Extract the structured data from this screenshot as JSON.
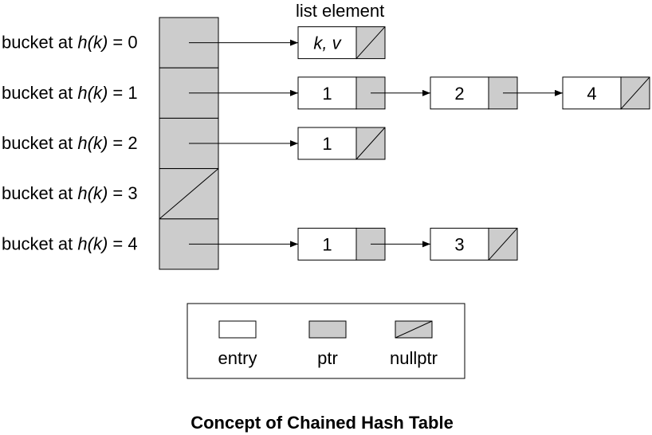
{
  "header_label": "list element",
  "buckets": [
    {
      "prefix": "bucket at ",
      "fn": "h(k)",
      "suffix": " = 0",
      "null": false
    },
    {
      "prefix": "bucket at ",
      "fn": "h(k)",
      "suffix": " = 1",
      "null": false
    },
    {
      "prefix": "bucket at ",
      "fn": "h(k)",
      "suffix": " = 2",
      "null": false
    },
    {
      "prefix": "bucket at ",
      "fn": "h(k)",
      "suffix": " = 3",
      "null": true
    },
    {
      "prefix": "bucket at ",
      "fn": "h(k)",
      "suffix": " = 4",
      "null": false
    }
  ],
  "chains": [
    {
      "bucket": 0,
      "nodes": [
        {
          "label": "k, v",
          "italic": true,
          "null": true
        }
      ]
    },
    {
      "bucket": 1,
      "nodes": [
        {
          "label": "1",
          "null": false
        },
        {
          "label": "2",
          "null": false
        },
        {
          "label": "4",
          "null": true
        }
      ]
    },
    {
      "bucket": 2,
      "nodes": [
        {
          "label": "1",
          "null": true
        }
      ]
    },
    {
      "bucket": 4,
      "nodes": [
        {
          "label": "1",
          "null": false
        },
        {
          "label": "3",
          "null": true
        }
      ]
    }
  ],
  "legend": {
    "entry": "entry",
    "ptr": "ptr",
    "nullptr": "nullptr"
  },
  "caption": "Concept of Chained Hash Table",
  "colors": {
    "ptr": "#cccccc",
    "entry": "#ffffff"
  }
}
